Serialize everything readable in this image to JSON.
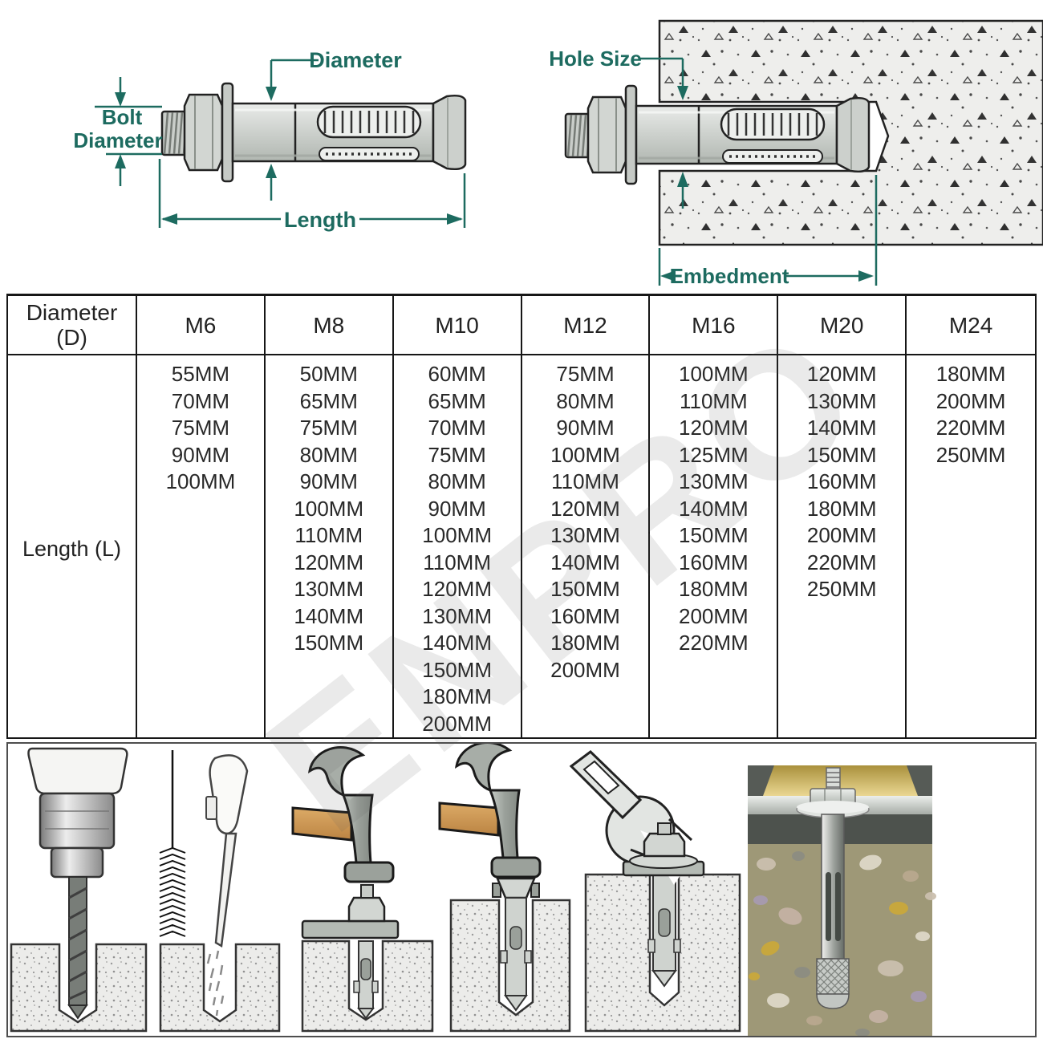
{
  "colors": {
    "accent_teal": "#1d6b60",
    "table_border": "#161616",
    "metal_light": "#d3d7d3",
    "metal_mid": "#aeb4ae",
    "concrete_bg": "#eeeeec",
    "speckle": "#3c3c3c",
    "wood": "#d29c5b",
    "photo_gold": "#c9b35c",
    "photo_charcoal": "#4d524d",
    "photo_concrete": "#9e9877"
  },
  "watermark": "ENPRO",
  "diagram_left": {
    "labels": {
      "diameter": "Diameter",
      "bolt_line1": "Bolt",
      "bolt_line2": "Diameter",
      "length": "Length"
    }
  },
  "diagram_right": {
    "labels": {
      "hole_size": "Hole Size",
      "embedment": "Embedment"
    }
  },
  "size_table": {
    "header_label_line1": "Diameter",
    "header_label_line2": "(D)",
    "row_label": "Length (L)",
    "columns": [
      {
        "name": "M6",
        "lengths": [
          "55MM",
          "70MM",
          "75MM",
          "90MM",
          "100MM"
        ]
      },
      {
        "name": "M8",
        "lengths": [
          "50MM",
          "65MM",
          "75MM",
          "80MM",
          "90MM",
          "100MM",
          "110MM",
          "120MM",
          "130MM",
          "140MM",
          "150MM"
        ]
      },
      {
        "name": "M10",
        "lengths": [
          "60MM",
          "65MM",
          "70MM",
          "75MM",
          "80MM",
          "90MM",
          "100MM",
          "110MM",
          "120MM",
          "130MM",
          "140MM",
          "150MM",
          "180MM",
          "200MM"
        ]
      },
      {
        "name": "M12",
        "lengths": [
          "75MM",
          "80MM",
          "90MM",
          "100MM",
          "110MM",
          "120MM",
          "130MM",
          "140MM",
          "150MM",
          "160MM",
          "180MM",
          "200MM"
        ]
      },
      {
        "name": "M16",
        "lengths": [
          "100MM",
          "110MM",
          "120MM",
          "125MM",
          "130MM",
          "140MM",
          "150MM",
          "160MM",
          "180MM",
          "200MM",
          "220MM"
        ]
      },
      {
        "name": "M20",
        "lengths": [
          "120MM",
          "130MM",
          "140MM",
          "150MM",
          "160MM",
          "180MM",
          "200MM",
          "220MM",
          "250MM"
        ]
      },
      {
        "name": "M24",
        "lengths": [
          "180MM",
          "200MM",
          "220MM",
          "250MM"
        ]
      }
    ]
  },
  "installation_steps": {
    "step_icons": [
      "drill-hole-icon",
      "clean-hole-icon",
      "hammer-insert-anchor-icon",
      "hammer-flush-anchor-icon",
      "tighten-nut-wrench-icon",
      "installed-anchor-photo"
    ]
  }
}
